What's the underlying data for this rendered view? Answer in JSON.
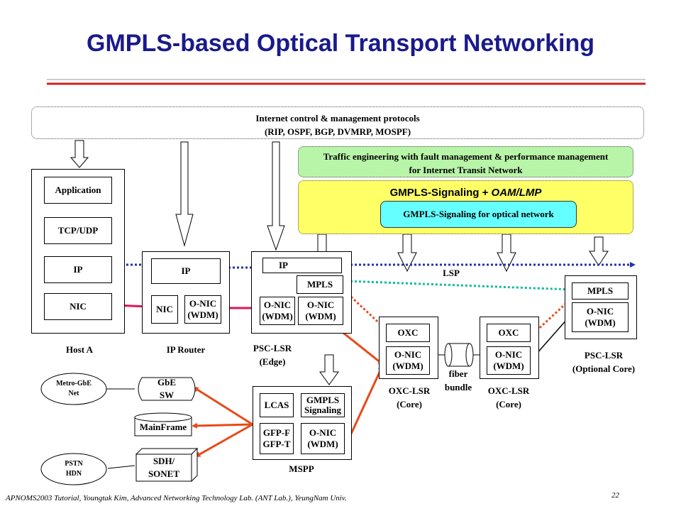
{
  "title": "GMPLS-based Optical Transport Networking",
  "footer": "APNOMS2003 Tutorial,   Youngtak Kim,  Advanced Networking Technology Lab. (ANT Lab.),   YeungNam Univ.",
  "page_number": "22",
  "internet_control": {
    "line1": "Internet control & management protocols",
    "line2": "(RIP, OSPF, BGP, DVMRP, MOSPF)"
  },
  "traffic_eng": {
    "line1": "Traffic engineering with fault management & performance management",
    "line2": "for Internet Transit Network"
  },
  "gmpls_signaling": {
    "label_prefix": "GMPLS-Signaling + ",
    "label_suffix": "OAM/LMP",
    "inner": "GMPLS-Signaling for optical network"
  },
  "host_a": {
    "application": "Application",
    "tcp_udp": "TCP/UDP",
    "ip": "IP",
    "nic": "NIC",
    "caption": "Host A"
  },
  "ip_router": {
    "ip": "IP",
    "nic": "NIC",
    "onic_1": "O-NIC",
    "onic_2": "(WDM)",
    "caption": "IP Router"
  },
  "psc_edge": {
    "ip": "IP",
    "mpls": "MPLS",
    "onic1_1": "O-NIC",
    "onic1_2": "(WDM)",
    "onic2_1": "O-NIC",
    "onic2_2": "(WDM)",
    "caption_1": "PSC-LSR",
    "caption_2": "(Edge)"
  },
  "oxc_left": {
    "oxc": "OXC",
    "onic_1": "O-NIC",
    "onic_2": "(WDM)",
    "caption_1": "OXC-LSR",
    "caption_2": "(Core)"
  },
  "oxc_right": {
    "oxc": "OXC",
    "onic_1": "O-NIC",
    "onic_2": "(WDM)",
    "caption_1": "OXC-LSR",
    "caption_2": "(Core)"
  },
  "psc_core": {
    "mpls": "MPLS",
    "onic_1": "O-NIC",
    "onic_2": "(WDM)",
    "caption_1": "PSC-LSR",
    "caption_2": "(Optional Core)"
  },
  "fiber_bundle": {
    "line1": "fiber",
    "line2": "bundle"
  },
  "lsp_label": "LSP",
  "mspp": {
    "lcas": "LCAS",
    "gmpls_1": "GMPLS",
    "gmpls_2": "Signaling",
    "gfp_1": "GFP-F",
    "gfp_2": "GFP-T",
    "onic_1": "O-NIC",
    "onic_2": "(WDM)",
    "caption": "MSPP"
  },
  "metro": {
    "line1": "Metro-GbE",
    "line2": "Net"
  },
  "gbe_sw": {
    "line1": "GbE",
    "line2": "SW"
  },
  "mainframe": "MainFrame",
  "sdh": {
    "line1": "SDH/",
    "line2": "SONET"
  },
  "pstn": {
    "line1": "PSTN",
    "line2": "HDN"
  },
  "colors": {
    "title": "#1a1a8c",
    "accent_red": "#cc2222",
    "green_box": "#b8f5a8",
    "yellow_box": "#ffff66",
    "cyan_box": "#66ffff",
    "link_pink": "#e0145a",
    "link_orange": "#e84a1a",
    "link_blue": "#2233aa",
    "link_teal": "#11bb99"
  }
}
